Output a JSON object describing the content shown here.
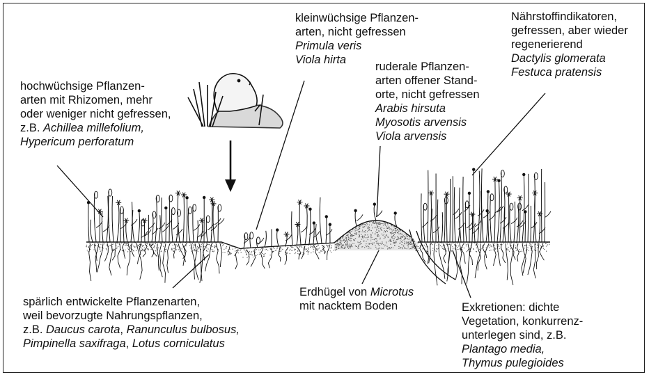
{
  "labels": {
    "tall_plants": {
      "lines": [
        {
          "text": "hochwüchsige Pflanzen-"
        },
        {
          "text": "arten mit Rhizomen, mehr"
        },
        {
          "text": "oder weniger nicht gefressen,"
        },
        {
          "text": "z.B. ",
          "italic": "Achillea millefolium,"
        },
        {
          "italic": "Hypericum perforatum"
        }
      ]
    },
    "small_plants": {
      "lines": [
        {
          "text": "kleinwüchsige Pflanzen-"
        },
        {
          "text": "arten, nicht gefressen"
        },
        {
          "italic": "Primula veris"
        },
        {
          "italic": "Viola hirta"
        }
      ]
    },
    "ruderal_plants": {
      "lines": [
        {
          "text": "ruderale Pflanzen-"
        },
        {
          "text": "arten offener Stand-"
        },
        {
          "text": "orte, nicht gefressen"
        },
        {
          "italic": "Arabis hirsuta"
        },
        {
          "italic": "Myosotis arvensis"
        },
        {
          "italic": "Viola arvensis"
        }
      ]
    },
    "nutrient_indicators": {
      "lines": [
        {
          "text": "Nährstoffindikatoren,"
        },
        {
          "text": "gefressen, aber wieder"
        },
        {
          "text": "regenerierend"
        },
        {
          "italic": "Dactylis glomerata"
        },
        {
          "italic": "Festuca pratensis"
        }
      ]
    },
    "sparse_plants": {
      "lines": [
        {
          "text": "spärlich entwickelte Pflanzenarten,"
        },
        {
          "text": "weil bevorzugte Nahrungspflanzen,"
        },
        {
          "text": "z.B. ",
          "italic": "Daucus carota",
          "text2": ", ",
          "italic2": "Ranunculus bulbosus,"
        },
        {
          "italic": "Pimpinella saxifraga",
          "text2": ", ",
          "italic2": "Lotus corniculatus"
        }
      ]
    },
    "mound": {
      "lines": [
        {
          "text": "Erdhügel von ",
          "italic": "Microtus"
        },
        {
          "text": "mit nacktem Boden"
        }
      ]
    },
    "excretions": {
      "lines": [
        {
          "text": "Exkretionen: dichte"
        },
        {
          "text": "Vegetation, konkurrenz-"
        },
        {
          "text": "unterlegen sind, z.B."
        },
        {
          "italic": "Plantago media,"
        },
        {
          "italic": "Thymus pulegioides"
        }
      ]
    }
  },
  "icons": [
    "vole-sketch",
    "down-arrow",
    "grass-tuft",
    "flower-stem",
    "root-hairs",
    "soil-stipple"
  ]
}
